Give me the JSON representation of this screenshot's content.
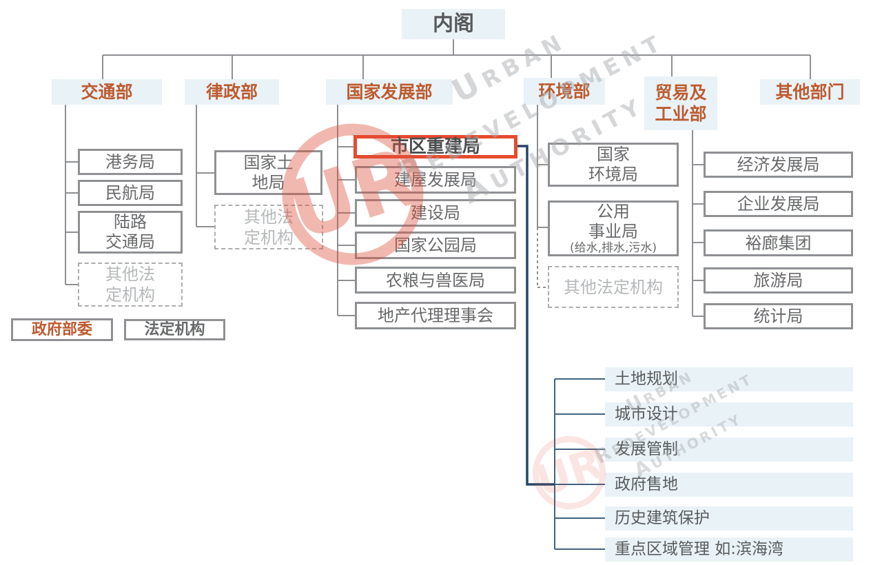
{
  "cabinet": {
    "label": "内阁"
  },
  "ministries": {
    "transport": {
      "label": "交通部"
    },
    "law": {
      "label": "律政部"
    },
    "national_development": {
      "label": "国家发展部"
    },
    "environment": {
      "label": "环境部"
    },
    "trade_industry": {
      "label": "贸易及\n工业部"
    },
    "others": {
      "label": "其他部门"
    }
  },
  "agencies": {
    "transport": {
      "items": [
        "港务局",
        "民航局",
        "陆路\n交通局"
      ],
      "other_statutory": "其他法\n定机构"
    },
    "law": {
      "land_authority": "国家土\n地局",
      "other_statutory": "其他法\n定机构"
    },
    "national_development": {
      "highlighted": "市区重建局",
      "items": [
        "建屋发展局",
        "建设局",
        "国家公园局",
        "农粮与兽医局",
        "地产代理理事会"
      ]
    },
    "environment": {
      "nea": "国家\n环境局",
      "pub_name": "公用\n事业局",
      "pub_note": "(给水,排水,污水)",
      "other_statutory": "其他法定机构"
    },
    "trade_industry": {
      "items": [
        "经济发展局",
        "企业发展局",
        "裕廊集团",
        "旅游局",
        "统计局"
      ]
    }
  },
  "legend": {
    "ministry": "政府部委",
    "statutory": "法定机构"
  },
  "ura_functions": [
    "土地规划",
    "城市设计",
    "发展管制",
    "政府售地",
    "历史建筑保护",
    "重点区域管理 如:滨海湾"
  ],
  "watermark": {
    "line1": "Urban",
    "line2": "Redevelopment",
    "line3": "Authority",
    "logo_text": "UR"
  },
  "colors": {
    "label_bg": "#e9f2f7",
    "ministry_text": "#bd5b2f",
    "box_border": "#8e9093",
    "box_text": "#68696b",
    "dashed_text": "#b6b8ba",
    "highlight_border": "#e64a2e",
    "ura_connector": "#24476b",
    "function_spine": "#41617f",
    "watermark_gray": "#a8abae",
    "logo_red": "#dd4f3a"
  }
}
